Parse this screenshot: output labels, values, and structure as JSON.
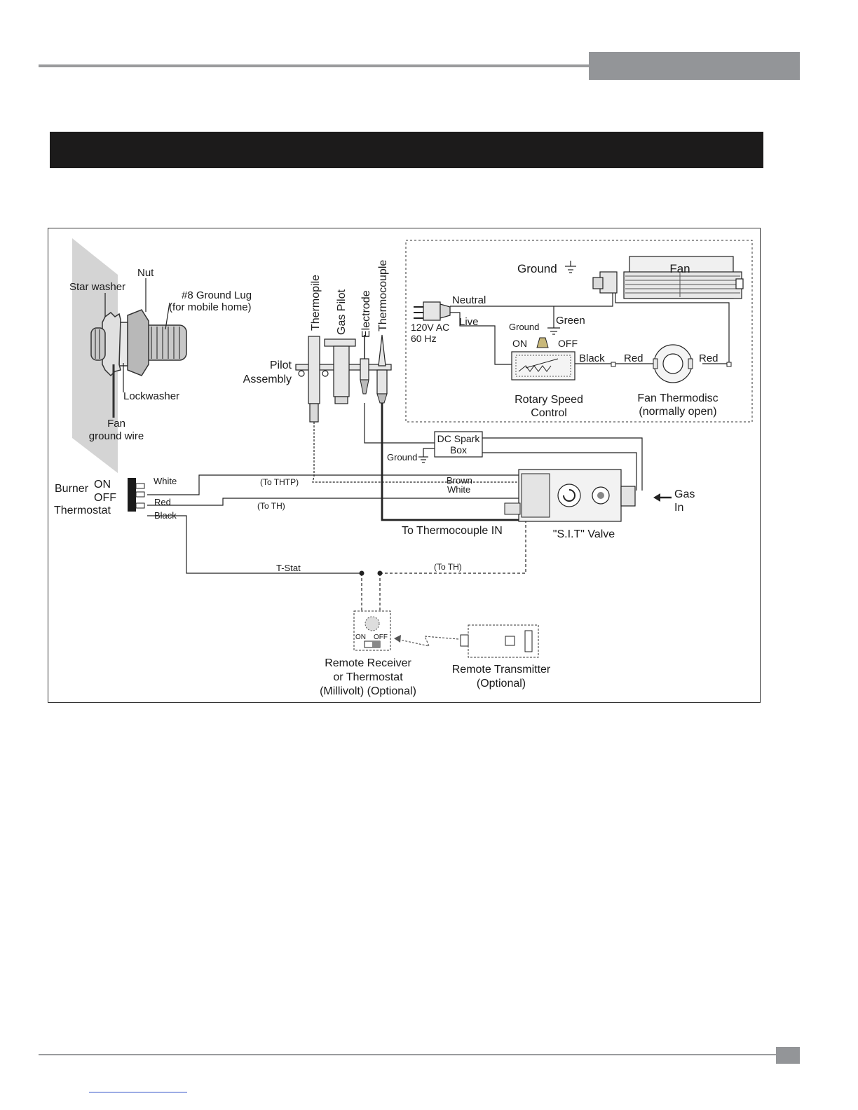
{
  "labels": {
    "nut": "Nut",
    "star_washer": "Star washer",
    "ground_lug": "#8 Ground Lug",
    "ground_lug_note": "(for mobile home)",
    "lockwasher": "Lockwasher",
    "fan_ground_wire_1": "Fan",
    "fan_ground_wire_2": "ground wire",
    "thermopile": "Thermopile",
    "gas_pilot": "Gas Pilot",
    "electrode": "Electrode",
    "thermocouple": "Thermocouple",
    "pilot_assembly_1": "Pilot",
    "pilot_assembly_2": "Assembly",
    "ground_fan": "Ground",
    "fan": "Fan",
    "neutral": "Neutral",
    "live": "Live",
    "power_1": "120V AC",
    "power_2": "60 Hz",
    "ground_switch": "Ground",
    "green": "Green",
    "switch_on": "ON",
    "switch_off": "OFF",
    "black_wire": "Black",
    "red_wire_1": "Red",
    "red_wire_2": "Red",
    "rotary_1": "Rotary Speed",
    "rotary_2": "Control",
    "thermodisc_1": "Fan Thermodisc",
    "thermodisc_2": "(normally open)",
    "spark_1": "DC Spark",
    "spark_2": "Box",
    "ground_spark": "Ground",
    "burner": "Burner",
    "on": "ON",
    "off": "OFF",
    "thermostat": "Thermostat",
    "white": "White",
    "red": "Red",
    "black": "Black",
    "to_thtp": "(To THTP)",
    "to_th_1": "(To TH)",
    "brown": "Brown",
    "white_valve": "White",
    "to_thermocouple_in": "To Thermocouple IN",
    "sit_valve": "\"S.I.T\" Valve",
    "gas_1": "Gas",
    "gas_2": "In",
    "t_stat": "T-Stat",
    "to_th_2": "(To TH)",
    "rx_on": "ON",
    "rx_off": "OFF",
    "receiver_1": "Remote Receiver",
    "receiver_2": "or Thermostat",
    "receiver_3": "(Millivolt) (Optional)",
    "transmitter_1": "Remote Transmitter",
    "transmitter_2": "(Optional)"
  },
  "colors": {
    "header_gray": "#939598",
    "bar_black": "#1c1b1b",
    "line": "#1a1a1a",
    "wall": "#d4d4d4"
  }
}
